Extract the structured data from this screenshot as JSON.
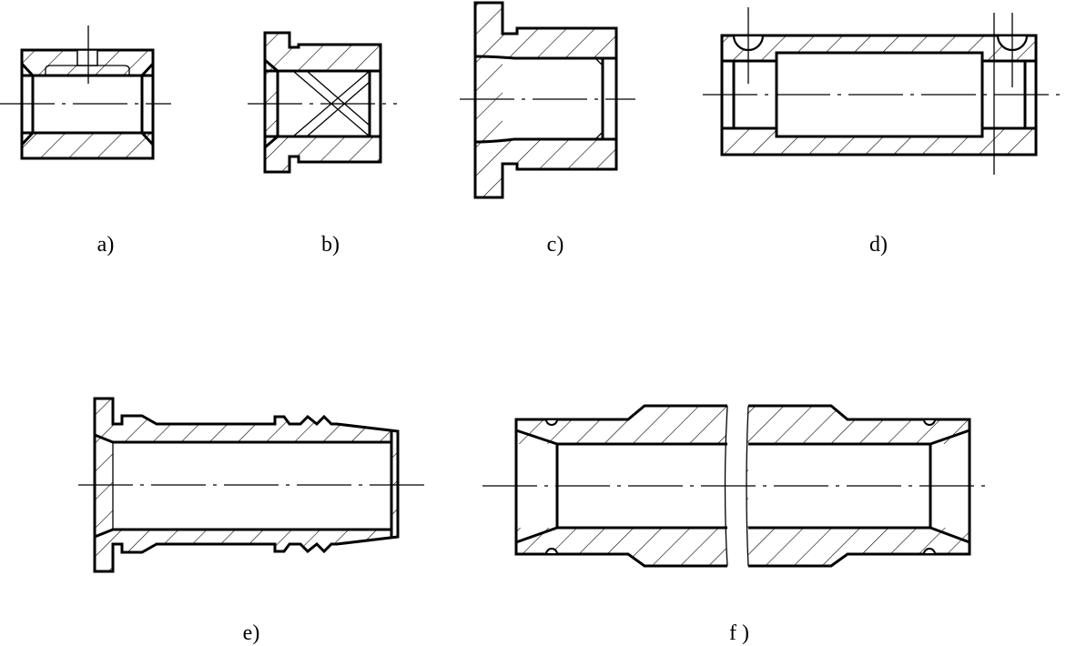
{
  "figures": [
    {
      "id": "a",
      "caption": "a)"
    },
    {
      "id": "b",
      "caption": "b)"
    },
    {
      "id": "c",
      "caption": "c)"
    },
    {
      "id": "d",
      "caption": "d)"
    },
    {
      "id": "e",
      "caption": "e)"
    },
    {
      "id": "f",
      "caption": "f )"
    }
  ]
}
